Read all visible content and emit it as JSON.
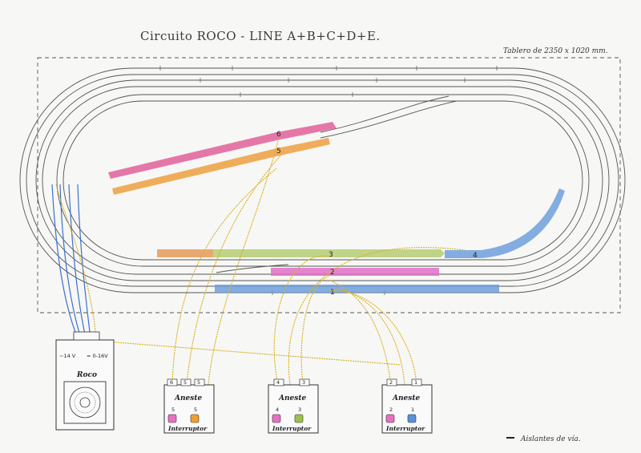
{
  "title": "Circuito ROCO - LINE A+B+C+D+E.",
  "board_note": "Tablero de 2350 x 1020 mm.",
  "legend": {
    "symbol": "—",
    "text": "Aislantes de vía."
  },
  "controller": {
    "brand": "Roco",
    "label_ac": "~14 V",
    "label_dc": "= 0-16V"
  },
  "track_labels": [
    "1",
    "2",
    "3",
    "4",
    "5",
    "6"
  ],
  "switch_boxes": [
    {
      "title": "Aneste",
      "sub": "Interruptor",
      "top_nums": [
        "6",
        "5",
        "5"
      ],
      "bottom_nums": [
        "5",
        "5"
      ],
      "colors": [
        "#e86fc3",
        "#f0a030"
      ]
    },
    {
      "title": "Aneste",
      "sub": "Interruptor",
      "top_nums": [
        "4",
        "3"
      ],
      "bottom_nums": [
        "4",
        "3"
      ],
      "colors": [
        "#e86fc3",
        "#9cc24a"
      ]
    },
    {
      "title": "Aneste",
      "sub": "Interruptor",
      "top_nums": [
        "2",
        "1"
      ],
      "bottom_nums": [
        "2",
        "1"
      ],
      "colors": [
        "#e86fc3",
        "#5a90d8"
      ]
    }
  ],
  "colors": {
    "pink": "#e0609a",
    "orange": "#eda040",
    "green": "#b8cf7a",
    "magenta": "#e070c8",
    "blue": "#6fa0dc",
    "wire_yellow": "#d8b020",
    "wire_blue": "#3a70d0"
  }
}
